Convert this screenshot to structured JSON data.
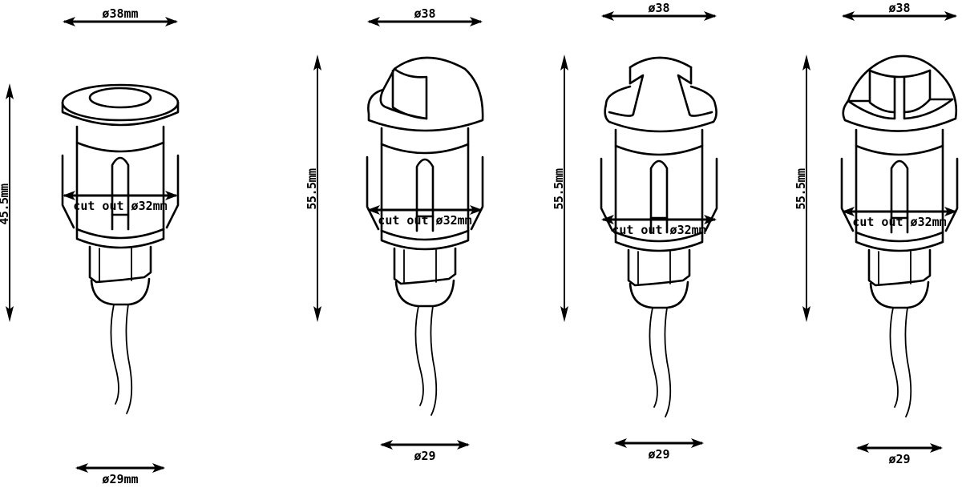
{
  "drawing": {
    "title": "Recessed LED deck light dimensional drawings",
    "line_color": "#000000",
    "background": "#ffffff",
    "fixtures": [
      {
        "id": "round-flat",
        "cap_style": "flat ring with round lens",
        "top_diameter_label": "ø38mm",
        "height_label": "45.5mm",
        "cutout_label": "cut out ø32mm",
        "bottom_diameter_label": "ø29mm"
      },
      {
        "id": "one-way-hood",
        "cap_style": "dome hood with single window",
        "top_diameter_label": "ø38",
        "height_label": "55.5mm",
        "cutout_label": "cut out ø32mm",
        "bottom_diameter_label": "ø29"
      },
      {
        "id": "two-way-hood",
        "cap_style": "dome hood with two side windows",
        "top_diameter_label": "ø38",
        "height_label": "55.5mm",
        "cutout_label": "cut out ø32mm",
        "bottom_diameter_label": "ø29"
      },
      {
        "id": "four-way-hood",
        "cap_style": "dome hood with cross windows",
        "top_diameter_label": "ø38",
        "height_label": "55.5mm",
        "cutout_label": "cut out ø32mm",
        "bottom_diameter_label": "ø29"
      }
    ]
  }
}
